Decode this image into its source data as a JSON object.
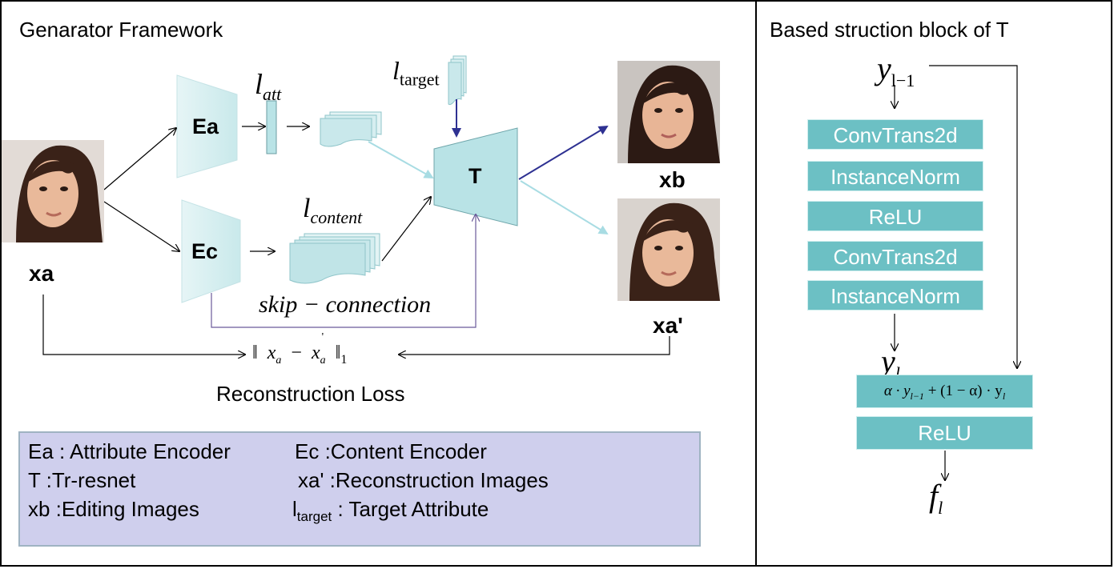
{
  "left_panel": {
    "title": "Genarator Framework",
    "encoder_a": "Ea",
    "encoder_c": "Ec",
    "transformer": "T",
    "l_att": {
      "base": "l",
      "sub": "att"
    },
    "l_target": {
      "base": "l",
      "sub": "target"
    },
    "l_content": {
      "base": "l",
      "sub": "content"
    },
    "skip_connection": "skip − connection",
    "image_labels": {
      "input": "xa",
      "edited": "xb",
      "reconstructed": "xa'"
    },
    "loss_formula": {
      "norm_open": "‖",
      "xa": "x",
      "xa_sub": "a",
      "minus": "−",
      "xa_prime": "x",
      "xa_prime_sup": "'",
      "xa_prime_sub": "a",
      "norm_close": "‖",
      "norm_sub": "1"
    },
    "loss_label": "Reconstruction Loss"
  },
  "legend": {
    "ea": "Ea : Attribute Encoder",
    "ec": "Ec :Content Encoder",
    "t": "T :Tr-resnet",
    "xa_prime": "xa' :Reconstruction Images",
    "xb": "xb :Editing Images",
    "ltarget_base": "l",
    "ltarget_sub": "target",
    "ltarget_text": " : Target Attribute"
  },
  "right_panel": {
    "title": "Based struction block of T",
    "input": {
      "base": "y",
      "sub": "l−1"
    },
    "blocks": [
      "ConvTrans2d",
      "InstanceNorm",
      "ReLU",
      "ConvTrans2d",
      "InstanceNorm"
    ],
    "y_l": {
      "base": "y",
      "sub": "l"
    },
    "formula": "α · y",
    "formula_sub1": "l−1",
    "formula_mid": " + (1 − α) · y",
    "formula_sub2": "l",
    "relu": "ReLU",
    "output": {
      "base": "f",
      "sub": "l"
    }
  },
  "colors": {
    "box_fill": "#b9e3e6",
    "box_light": "#dbf0f2",
    "block_fill": "#6cc0c4",
    "legend_fill": "#cfcfed",
    "arrow_dark": "#2e3192",
    "arrow_light": "#a8dce3",
    "skip_line": "#6b5b9a"
  },
  "icons": [
    "face-photo-input",
    "face-photo-edited",
    "face-photo-reconstructed"
  ]
}
